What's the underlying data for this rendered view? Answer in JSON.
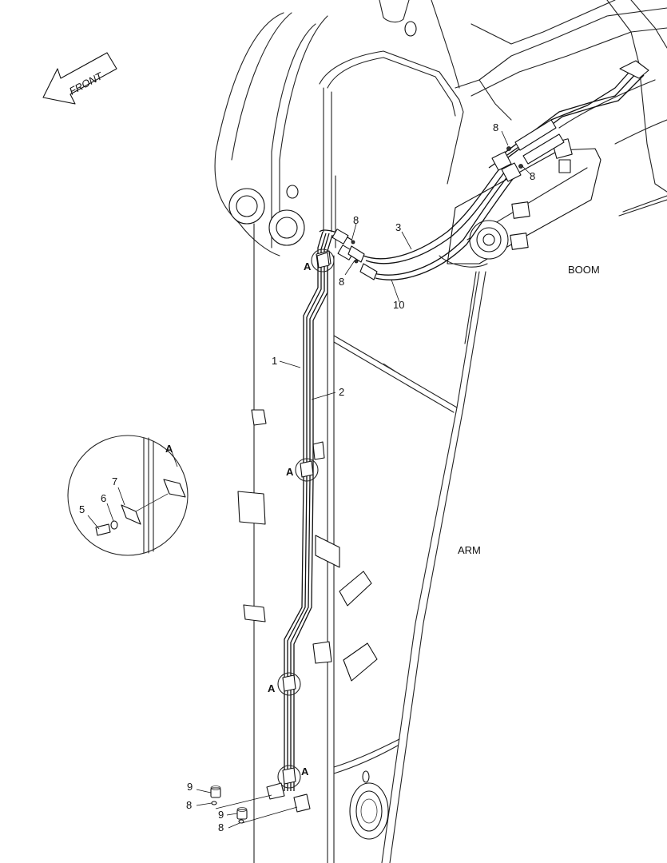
{
  "orientation": {
    "label": "FRONT"
  },
  "components": {
    "boom": "BOOM",
    "arm": "ARM"
  },
  "detail": {
    "label": "A"
  },
  "callouts": {
    "hose_1": "1",
    "hose_2": "2",
    "hose_3": "3",
    "bolt_5": "5",
    "washer_6": "6",
    "clamp_7": "7",
    "oring_8": "8",
    "plug_9": "9",
    "hose_10": "10"
  },
  "clamp_markers": [
    "A",
    "A",
    "A",
    "A"
  ]
}
